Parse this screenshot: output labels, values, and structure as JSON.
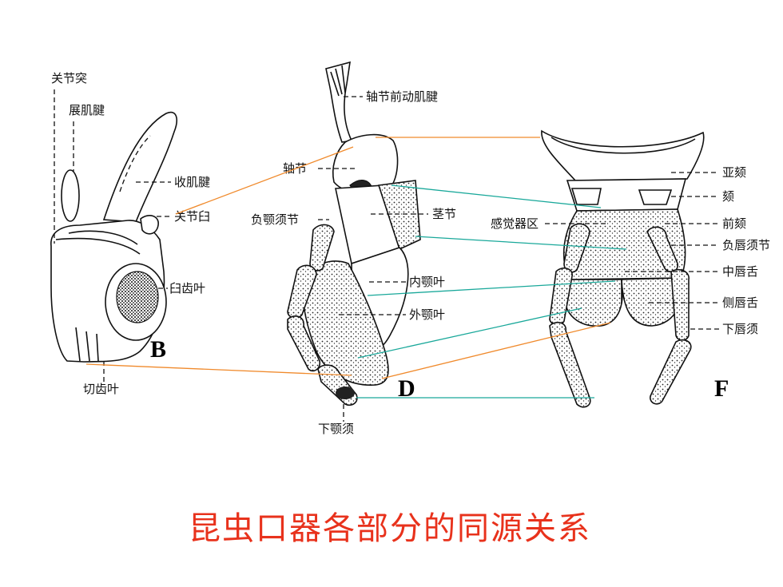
{
  "title": "昆虫口器各部分的同源关系",
  "panels": {
    "b": "B",
    "d": "D",
    "f": "F"
  },
  "labels_b": {
    "articular_condyle": "关节突",
    "abductor_tendon": "展肌腱",
    "adductor_tendon": "收肌腱",
    "articular_socket": "关节臼",
    "molar_lobe": "臼齿叶",
    "incisor_lobe": "切齿叶"
  },
  "labels_d": {
    "cardo_tendon": "轴节前动肌腱",
    "cardo": "轴节",
    "stipes": "茎节",
    "palpifer": "负颚须节",
    "lacinia": "内颚叶",
    "galea": "外颚叶",
    "maxillary_palp": "下颚须"
  },
  "labels_f": {
    "submentum": "亚颏",
    "mentum": "颏",
    "sensory_area": "感觉器区",
    "prementum": "前颏",
    "palpiger": "负唇须节",
    "glossa": "中唇舌",
    "paraglossa": "侧唇舌",
    "labial_palp": "下唇须"
  }
}
